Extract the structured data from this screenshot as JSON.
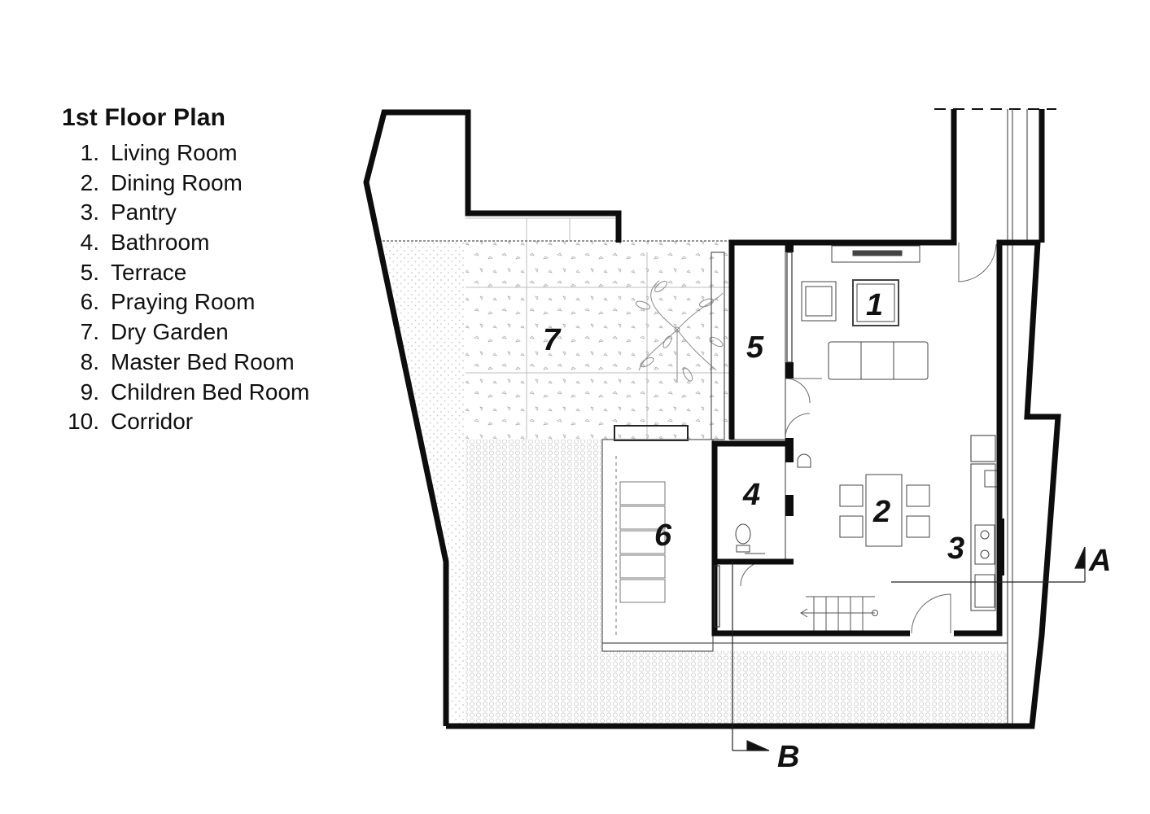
{
  "legend": {
    "title": "1st Floor Plan",
    "items": [
      {
        "num": "1.",
        "label": "Living Room"
      },
      {
        "num": "2.",
        "label": "Dining Room"
      },
      {
        "num": "3.",
        "label": "Pantry"
      },
      {
        "num": "4.",
        "label": "Bathroom"
      },
      {
        "num": "5.",
        "label": "Terrace"
      },
      {
        "num": "6.",
        "label": "Praying Room"
      },
      {
        "num": "7.",
        "label": "Dry Garden"
      },
      {
        "num": "8.",
        "label": "Master Bed Room"
      },
      {
        "num": "9.",
        "label": "Children Bed Room"
      },
      {
        "num": "10.",
        "label": "Corridor"
      }
    ]
  },
  "plan": {
    "room_numbers": {
      "r1": "1",
      "r2": "2",
      "r3": "3",
      "r4": "4",
      "r5": "5",
      "r6": "6",
      "r7": "7"
    },
    "section_markers": {
      "a": "A",
      "b": "B"
    }
  },
  "colors": {
    "wall": "#0d0d0d",
    "line": "#333333",
    "hatch": "#9a9a9a",
    "background": "#ffffff"
  }
}
